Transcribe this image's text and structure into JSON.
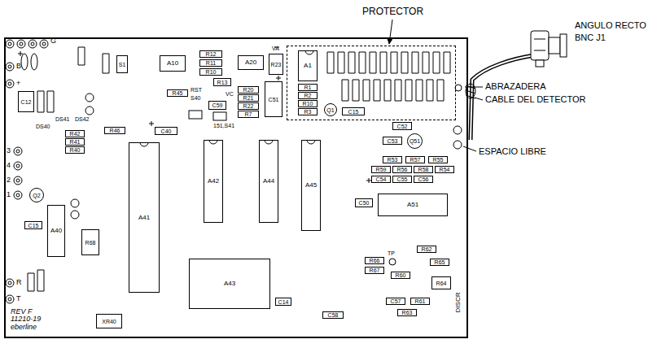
{
  "diagram": {
    "nodes": [
      {
        "text": [
          "REV F 11210-19 eberline"
        ]
      },
      {
        "text": [
          "PROTECTOR"
        ],
        "in": 0
      },
      {
        "text": [
          "A1"
        ],
        "in": 1
      },
      {
        "text": [
          "R1"
        ],
        "in": 1
      },
      {
        "text": [
          "R2"
        ],
        "in": 1
      },
      {
        "text": [
          "R10"
        ],
        "in": 1
      },
      {
        "text": [
          "R3"
        ],
        "in": 1
      },
      {
        "text": [
          "Q1"
        ],
        "in": 1
      },
      {
        "text": [
          "C15"
        ],
        "in": 1
      },
      {
        "text": [
          "S1"
        ],
        "in": 0
      },
      {
        "text": [
          "A10"
        ],
        "in": 0
      },
      {
        "text": [
          "R12"
        ],
        "in": 0
      },
      {
        "text": [
          "R11"
        ],
        "in": 0
      },
      {
        "text": [
          "R10"
        ],
        "in": 0
      },
      {
        "text": [
          "R13"
        ],
        "in": 0
      },
      {
        "text": [
          "A20"
        ],
        "in": 0
      },
      {
        "text": [
          "R23"
        ],
        "in": 0
      },
      {
        "text": [
          "C51"
        ],
        "in": 0
      },
      {
        "text": [
          "R45"
        ],
        "in": 0
      },
      {
        "text": [
          "C59"
        ],
        "in": 0
      },
      {
        "text": [
          "R20"
        ],
        "in": 0
      },
      {
        "text": [
          "R21"
        ],
        "in": 0
      },
      {
        "text": [
          "R22"
        ],
        "in": 0
      },
      {
        "text": [
          "R7"
        ],
        "in": 0
      },
      {
        "text": [
          "C12"
        ],
        "in": 0
      },
      {
        "text": [
          "R46"
        ],
        "in": 0
      },
      {
        "text": [
          "R42"
        ],
        "in": 0
      },
      {
        "text": [
          "R41"
        ],
        "in": 0
      },
      {
        "text": [
          "R40"
        ],
        "in": 0
      },
      {
        "text": [
          "C40"
        ],
        "in": 0
      },
      {
        "text": [
          "A41"
        ],
        "in": 0
      },
      {
        "text": [
          "A42"
        ],
        "in": 0
      },
      {
        "text": [
          "A44"
        ],
        "in": 0
      },
      {
        "text": [
          "A45"
        ],
        "in": 0
      },
      {
        "text": [
          "C52"
        ],
        "in": 0
      },
      {
        "text": [
          "C53"
        ],
        "in": 0
      },
      {
        "text": [
          "Q51"
        ],
        "in": 0
      },
      {
        "text": [
          "R53"
        ],
        "in": 0
      },
      {
        "text": [
          "R57"
        ],
        "in": 0
      },
      {
        "text": [
          "R55"
        ],
        "in": 0
      },
      {
        "text": [
          "R59"
        ],
        "in": 0
      },
      {
        "text": [
          "R56"
        ],
        "in": 0
      },
      {
        "text": [
          "R58"
        ],
        "in": 0
      },
      {
        "text": [
          "R54"
        ],
        "in": 0
      },
      {
        "text": [
          "C54"
        ],
        "in": 0
      },
      {
        "text": [
          "C55"
        ],
        "in": 0
      },
      {
        "text": [
          "C56"
        ],
        "in": 0
      },
      {
        "text": [
          "C50"
        ],
        "in": 0
      },
      {
        "text": [
          "A51"
        ],
        "in": 0
      },
      {
        "text": [
          "Q2"
        ],
        "in": 0
      },
      {
        "text": [
          "A40"
        ],
        "in": 0
      },
      {
        "text": [
          "C15"
        ],
        "in": 0
      },
      {
        "text": [
          "R68"
        ],
        "in": 0
      },
      {
        "text": [
          "A43"
        ],
        "in": 0
      },
      {
        "text": [
          "C14"
        ],
        "in": 0
      },
      {
        "text": [
          "C58"
        ],
        "in": 0
      },
      {
        "text": [
          "R66"
        ],
        "in": 0
      },
      {
        "text": [
          "R67"
        ],
        "in": 0
      },
      {
        "text": [
          "R60"
        ],
        "in": 0
      },
      {
        "text": [
          "R62"
        ],
        "in": 0
      },
      {
        "text": [
          "R65"
        ],
        "in": 0
      },
      {
        "text": [
          "R64"
        ],
        "in": 0
      },
      {
        "text": [
          "R61"
        ],
        "in": 0
      },
      {
        "text": [
          "C57"
        ],
        "in": 0
      },
      {
        "text": [
          "R63"
        ],
        "in": 0
      },
      {
        "text": [
          "XR40"
        ],
        "in": 0
      }
    ],
    "labels": [
      "ANGULO RECTO",
      "BNC J1",
      "ABRAZADERA",
      "CABLE DEL DETECTOR",
      "ESPACIO LIBRE",
      "G",
      "B",
      "+",
      "3",
      "4",
      "2",
      "1",
      "R",
      "T",
      "DS42",
      "DS41",
      "DS40",
      "RST",
      "S40",
      "VC",
      "151,S41",
      "VA",
      "TP",
      "DISCR"
    ]
  }
}
